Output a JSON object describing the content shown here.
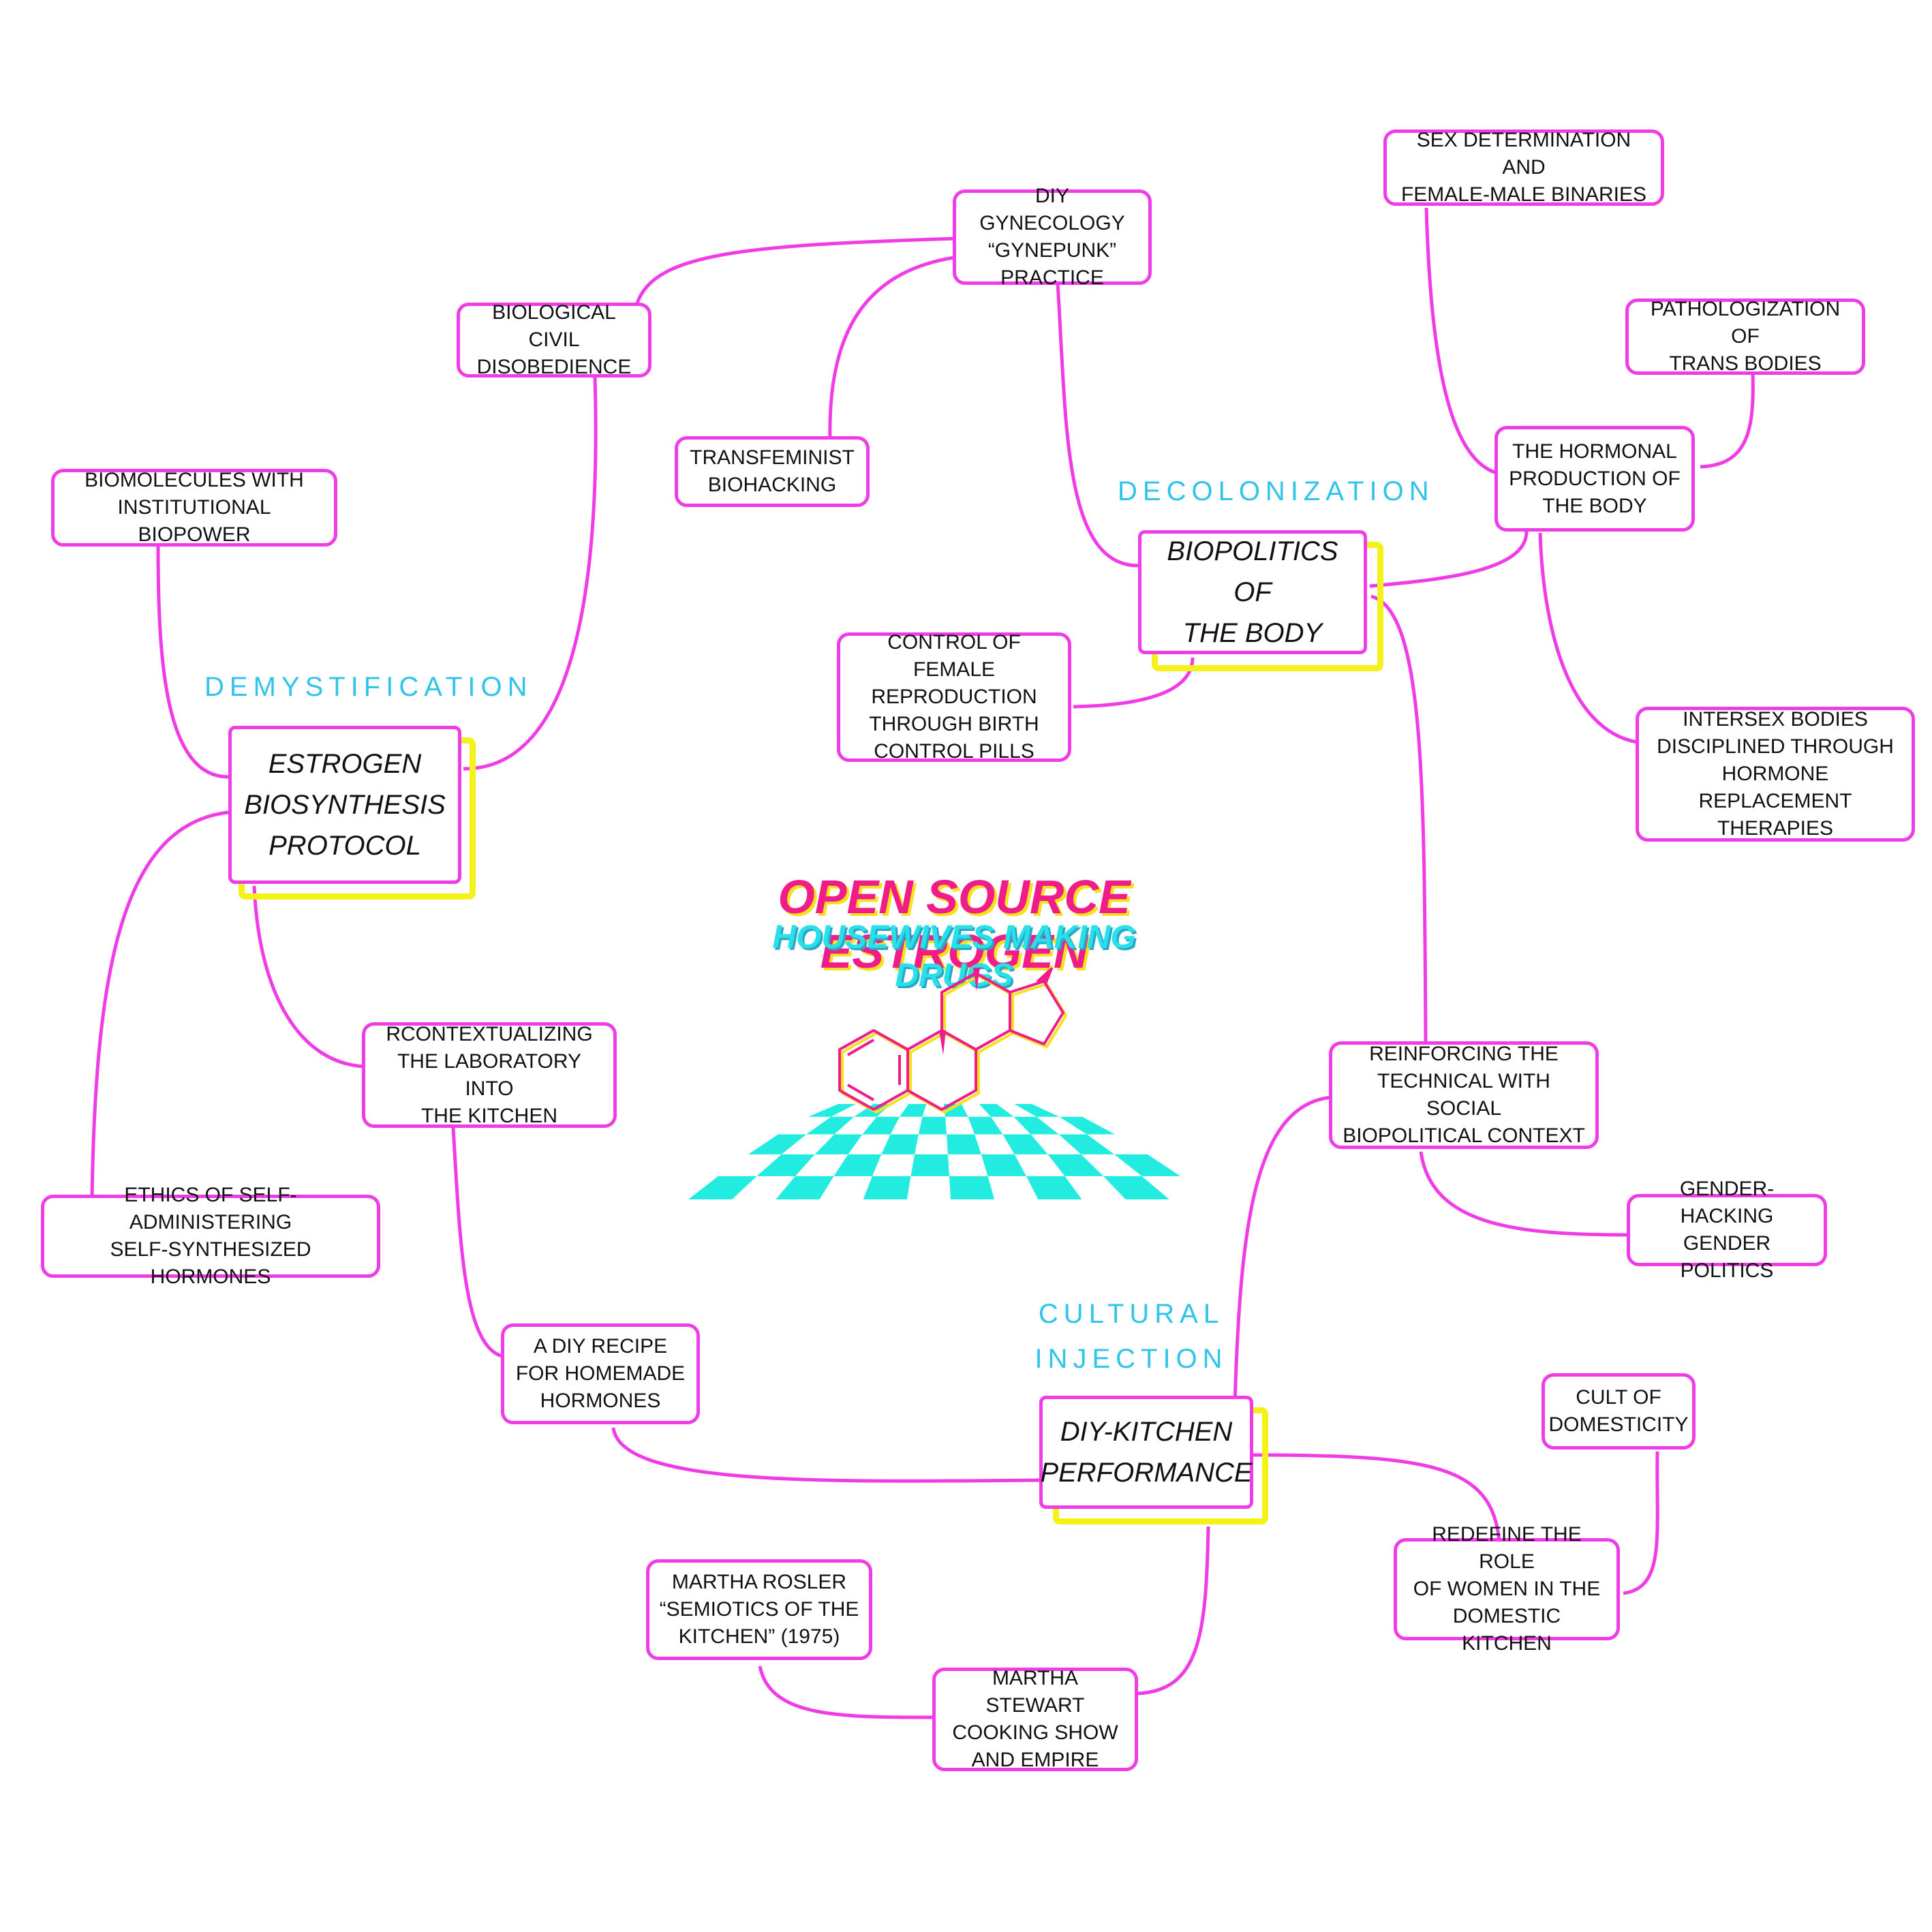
{
  "colors": {
    "link": "#f03ce6",
    "accent_yellow": "#f5f21a",
    "section_blue": "#2fc4ea",
    "title_pink": "#ef1c8a",
    "title_cyan": "#27e0e8",
    "checker": "#22ece0"
  },
  "title": "OPEN SOURCE ESTROGEN",
  "subtitle": "HOUSEWIVES MAKING DRUGS",
  "sections": {
    "demystification": "DEMYSTIFICATION",
    "decolonization": "DECOLONIZATION",
    "cultural_injection": "CULTURAL\nINJECTION"
  },
  "hubs": {
    "estrogen": "ESTROGEN\nBIOSYNTHESIS\nPROTOCOL",
    "biopolitics": "BIOPOLITICS OF\nTHE BODY",
    "diy_kitchen": "DIY-KITCHEN\nPERFORMANCE"
  },
  "nodes": {
    "diy_gynecology": "DIY GYNECOLOGY\n“GYNEPUNK”\nPRACTICE",
    "biological_civil": "BIOLOGICAL CIVIL\nDISOBEDIENCE",
    "transfeminist": "TRANSFEMINIST\nBIOHACKING",
    "biomolecules": "BIOMOLECULES WITH\nINSTITUTIONAL BIOPOWER",
    "sex_determination": "SEX DETERMINATION AND\nFEMALE-MALE BINARIES",
    "pathologization": "PATHOLOGIZATION OF\nTRANS BODIES",
    "hormonal_production": "THE HORMONAL\nPRODUCTION OF\nTHE BODY",
    "intersex": "INTERSEX BODIES\nDISCIPLINED THROUGH\nHORMONE REPLACEMENT\nTHERAPIES",
    "control_female": "CONTROL OF FEMALE\nREPRODUCTION\nTHROUGH BIRTH\nCONTROL PILLS",
    "rcontextualizing": "RCONTEXTUALIZING\nTHE LABORATORY INTO\nTHE KITCHEN",
    "ethics": "ETHICS OF SELF-ADMINISTERING\nSELF-SYNTHESIZED HORMONES",
    "reinforcing": "REINFORCING THE\nTECHNICAL WITH SOCIAL\nBIOPOLITICAL CONTEXT",
    "gender_hacking": "GENDER-HACKING\nGENDER POLITICS",
    "diy_recipe": "A DIY RECIPE\nFOR HOMEMADE\nHORMONES",
    "cult_domesticity": "CULT OF\nDOMESTICITY",
    "redefine_role": "REDEFINE THE ROLE\nOF WOMEN IN THE\nDOMESTIC KITCHEN",
    "martha_rosler": "MARTHA ROSLER\n“SEMIOTICS OF THE\nKITCHEN” (1975)",
    "martha_stewart": "MARTHA STEWART\nCOOKING SHOW\nAND EMPIRE"
  }
}
